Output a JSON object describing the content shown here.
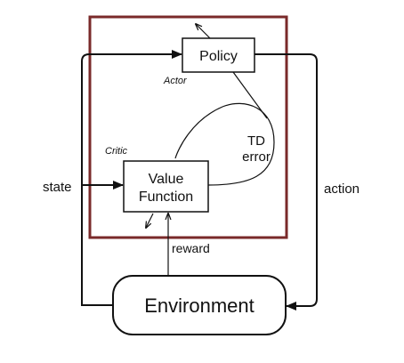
{
  "diagram": {
    "nodes": {
      "policy": "Policy",
      "value_function_line1": "Value",
      "value_function_line2": "Function",
      "environment": "Environment"
    },
    "group_labels": {
      "actor": "Actor",
      "critic": "Critic"
    },
    "edge_labels": {
      "state": "state",
      "action": "action",
      "reward": "reward",
      "td_line1": "TD",
      "td_line2": "error"
    },
    "colors": {
      "agent_border": "#7a2a2a",
      "stroke": "#111111",
      "background": "#ffffff"
    }
  }
}
